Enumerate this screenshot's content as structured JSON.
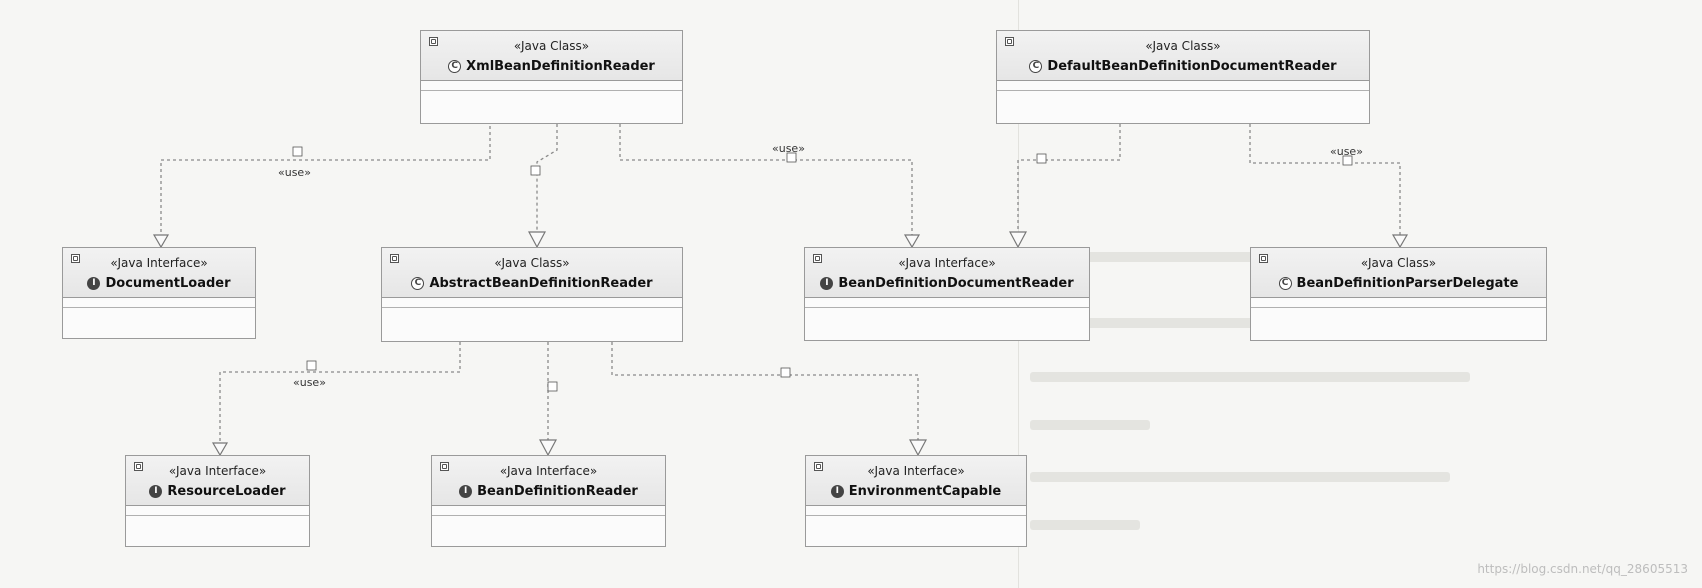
{
  "diagram": {
    "stereotypes": {
      "class": "«Java Class»",
      "interface": "«Java Interface»"
    },
    "nodes": [
      {
        "id": "xml",
        "kind": "class",
        "name": "XmlBeanDefinitionReader"
      },
      {
        "id": "dbdr",
        "kind": "class",
        "name": "DefaultBeanDefinitionDocumentReader"
      },
      {
        "id": "dl",
        "kind": "interface",
        "name": "DocumentLoader"
      },
      {
        "id": "abdr",
        "kind": "class",
        "name": "AbstractBeanDefinitionReader"
      },
      {
        "id": "bddr",
        "kind": "interface",
        "name": "BeanDefinitionDocumentReader"
      },
      {
        "id": "bdpd",
        "kind": "class",
        "name": "BeanDefinitionParserDelegate"
      },
      {
        "id": "rl",
        "kind": "interface",
        "name": "ResourceLoader"
      },
      {
        "id": "bdr",
        "kind": "interface",
        "name": "BeanDefinitionReader"
      },
      {
        "id": "ec",
        "kind": "interface",
        "name": "EnvironmentCapable"
      }
    ],
    "edge_label_use": "«use»",
    "glyphs": {
      "class": "C",
      "interface": "I"
    },
    "icons": {
      "corner": "uml-element-icon",
      "class": "class-icon",
      "interface": "interface-icon"
    },
    "colors": {
      "header": "#e8e8e8",
      "border": "#9a9a9a",
      "edge": "#8a8a8a"
    }
  },
  "watermark": "https://blog.csdn.net/qq_28605513"
}
